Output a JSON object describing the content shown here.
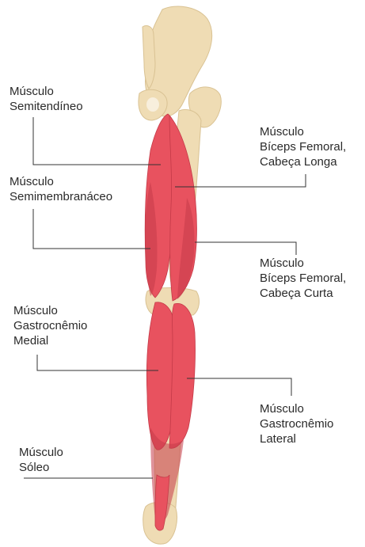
{
  "colors": {
    "bone": "#efdcb4",
    "bone_shadow": "#d9c293",
    "muscle": "#e8525f",
    "muscle_dark": "#c43a48",
    "line": "#333333",
    "text": "#2a2a2a"
  },
  "labels": {
    "semitendineo": [
      "Músculo",
      "Semitendíneo"
    ],
    "semimembranaceo": [
      "Músculo",
      "Semimembranáceo"
    ],
    "biceps_longa": [
      "Músculo",
      "Bíceps Femoral,",
      "Cabeça Longa"
    ],
    "biceps_curta": [
      "Músculo",
      "Bíceps Femoral,",
      "Cabeça Curta"
    ],
    "gastro_medial": [
      "Músculo",
      "Gastrocnêmio",
      "Medial"
    ],
    "gastro_lateral": [
      "Músculo",
      "Gastrocnêmio",
      "Lateral"
    ],
    "soleo": [
      "Músculo",
      "Sóleo"
    ]
  }
}
